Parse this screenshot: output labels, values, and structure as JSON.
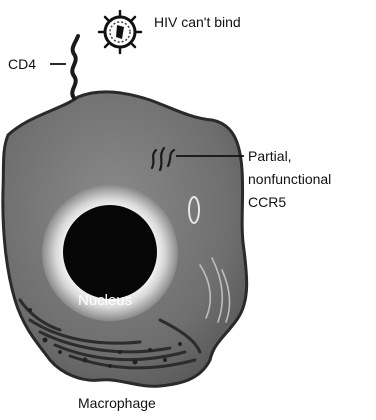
{
  "labels": {
    "hiv": "HIV can't bind",
    "cd4": "CD4",
    "ccr5_line1": "Partial,",
    "ccr5_line2": "nonfunctional",
    "ccr5_line3": "CCR5",
    "nucleus": "Nucleus",
    "macrophage": "Macrophage"
  },
  "icons": {
    "virus": "hiv-virus-icon",
    "receptor": "cd4-receptor-icon"
  },
  "colors": {
    "cell_fill": "#7a7a7a",
    "cell_dark": "#3c3c3c",
    "nucleus_fill": "#060606",
    "halo": "#f2f2f2",
    "ink": "#111111"
  }
}
